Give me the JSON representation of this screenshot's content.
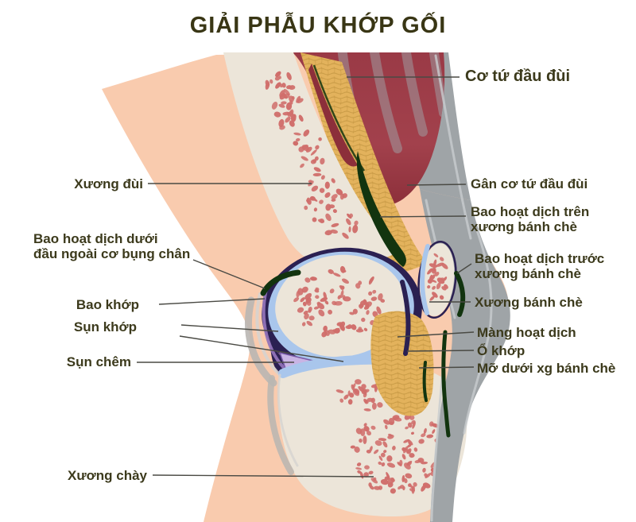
{
  "title": "GIẢI PHẪU KHỚP GỐI",
  "labels": {
    "co_tu_dau_dui": "Cơ tứ đầu đùi",
    "xuong_dui": "Xương đùi",
    "gan_co_tu_dau_dui": "Gân cơ tứ đầu đùi",
    "bao_hoat_dich_tren_1": "Bao hoạt dịch trên",
    "bao_hoat_dich_tren_2": "xương bánh chè",
    "bao_hoat_dich_duoi_1": "Bao hoạt dịch dưới",
    "bao_hoat_dich_duoi_2": "đầu ngoài cơ bụng chân",
    "bao_hoat_dich_truoc_1": "Bao hoạt dịch trước",
    "bao_hoat_dich_truoc_2": "xương bánh chè",
    "xuong_banh_che": "Xương bánh chè",
    "bao_khop": "Bao khớp",
    "mang_hoat_dich": "Màng hoạt dịch",
    "sun_khop": "Sụn khớp",
    "o_khop": "Ổ khớp",
    "sun_chem": "Sụn chêm",
    "mo_duoi_xg_banh_che": "Mỡ dưới xg bánh chè",
    "xuong_chay": "Xương chày"
  },
  "colors": {
    "skin": "#F9CBAE",
    "bone": "#ECE5D9",
    "marrow": "#D06E6B",
    "muscle": "#A2414C",
    "muscle_dark": "#8C2F3A",
    "tendon": "#9FA4A7",
    "tendon_light": "#C9CDCF",
    "fat": "#E3B25C",
    "fat_line": "#C1933F",
    "cartilage": "#A9C6EC",
    "capsule": "#2B2052",
    "meniscus": "#C9B4E4",
    "meniscus_edge": "#7A5AA8",
    "bursa": "#12340F",
    "label": "#3C3A1C",
    "title": "#393615",
    "leader": "#4A4A44"
  }
}
